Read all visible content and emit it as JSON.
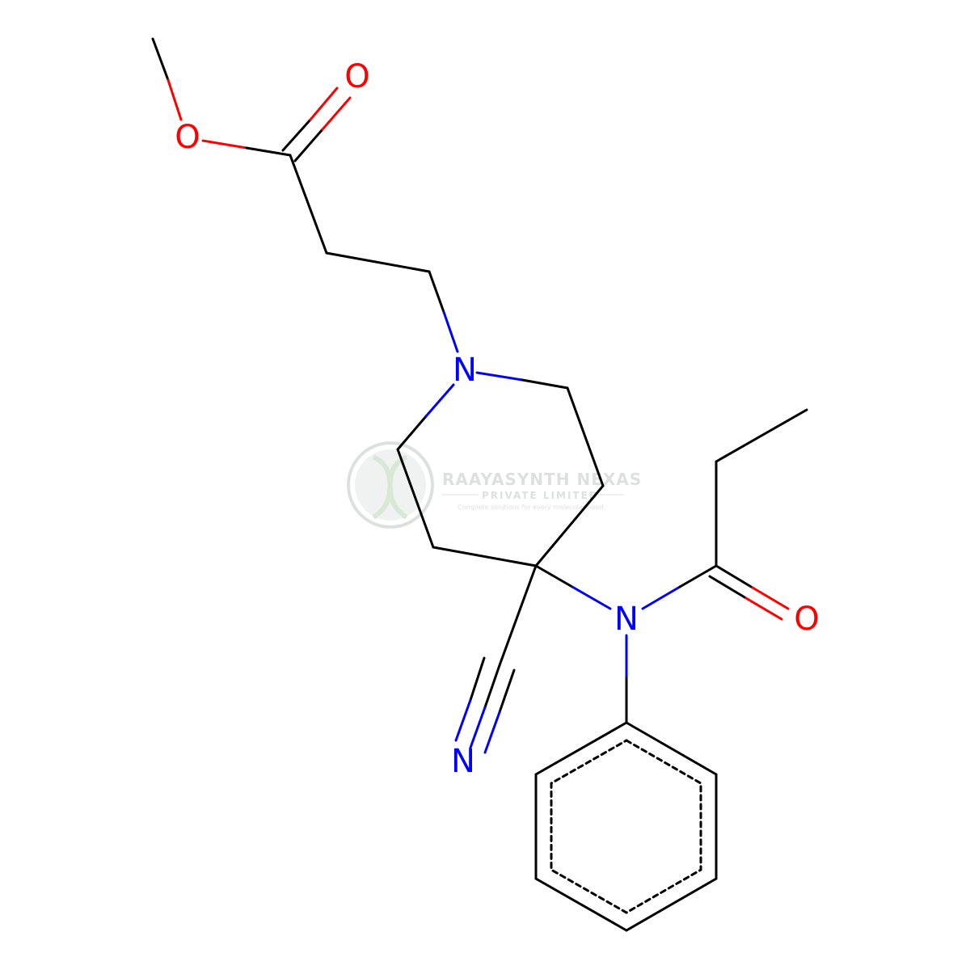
{
  "watermark": {
    "company": "RAAYASYNTH NEXAS",
    "subtitle": "PRIVATE LIMITED",
    "tagline": "Complete solutions for every molecular need"
  },
  "molecule": {
    "atoms": {
      "ester_carbonyl_O": "O",
      "ester_O": "O",
      "piperidine_N": "N",
      "amide_N": "N",
      "amide_O": "O",
      "nitrile_N": "N"
    },
    "colors": {
      "carbon_bond": "#000000",
      "oxygen": "#ff0000",
      "nitrogen": "#0000ff",
      "watermark": "#d9dedb"
    }
  }
}
